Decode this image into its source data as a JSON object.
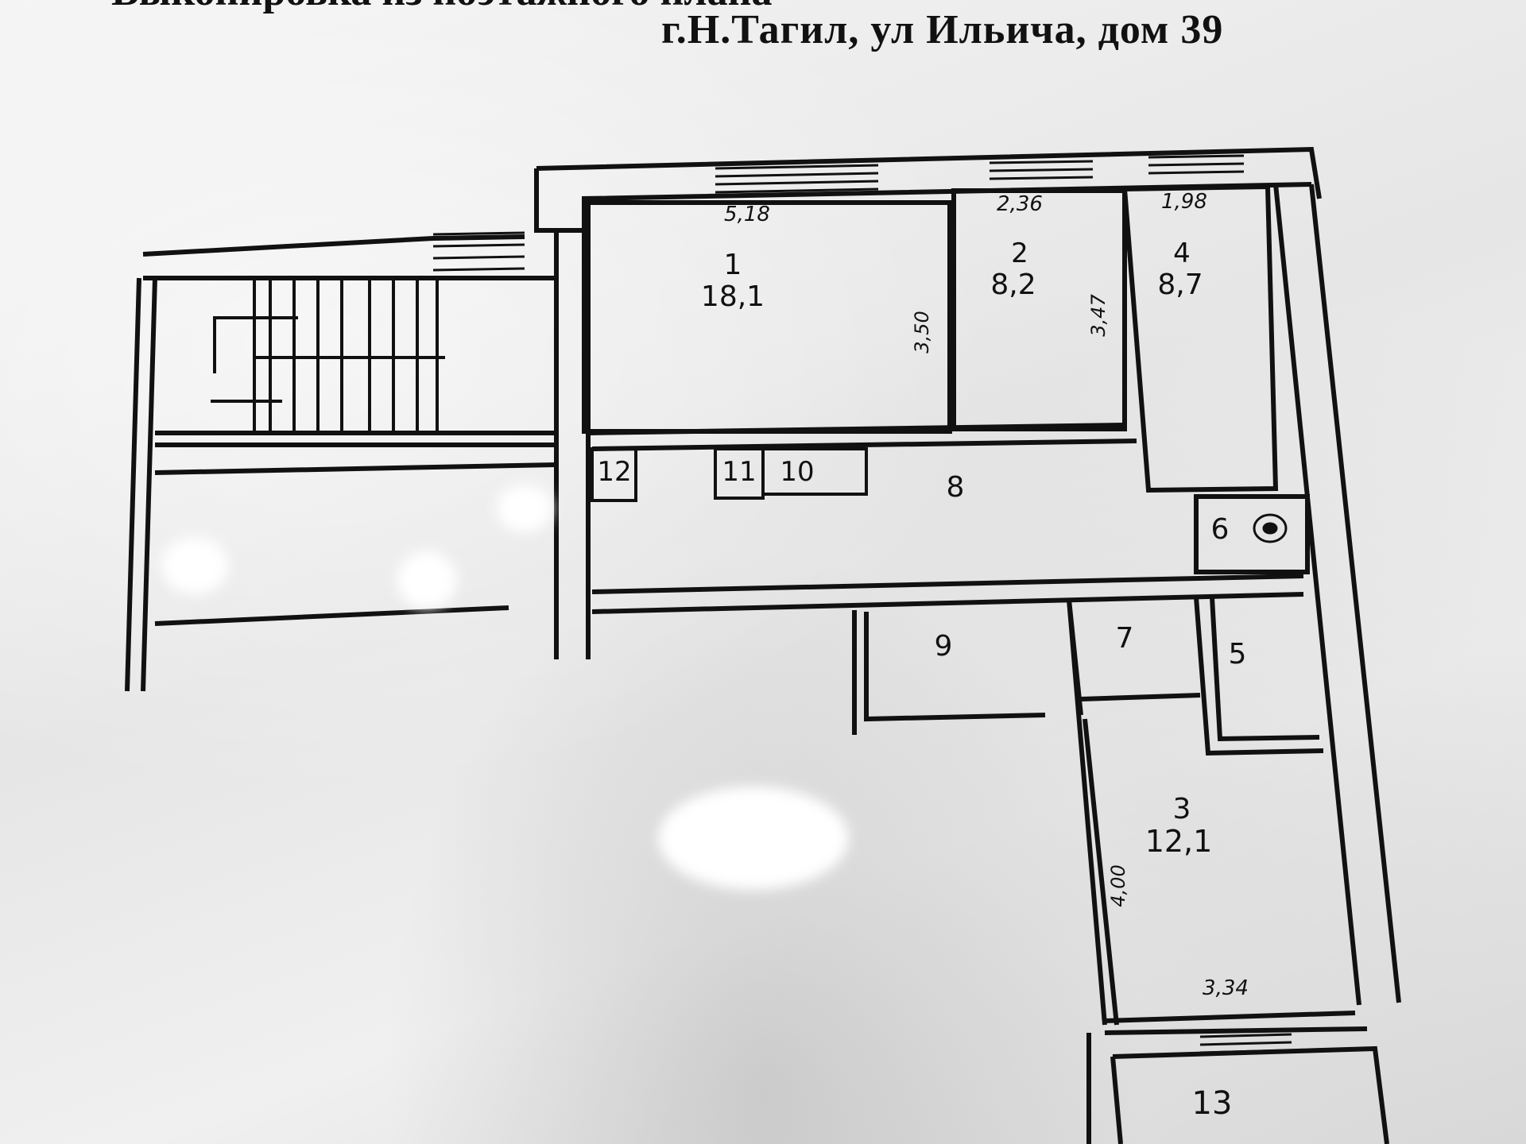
{
  "header": {
    "title_partial": "Выкопировка из поэтажного плана",
    "address": "г.Н.Тагил, ул Ильича, дом 39"
  },
  "rooms": [
    {
      "number": "1",
      "area": "18,1"
    },
    {
      "number": "2",
      "area": "8,2"
    },
    {
      "number": "3",
      "area": "12,1"
    },
    {
      "number": "4",
      "area": "8,7"
    },
    {
      "number": "5"
    },
    {
      "number": "6"
    },
    {
      "number": "7"
    },
    {
      "number": "8"
    },
    {
      "number": "9"
    },
    {
      "number": "10"
    },
    {
      "number": "11"
    },
    {
      "number": "12"
    },
    {
      "number": "13"
    }
  ],
  "dimensions": {
    "room1_width": "5,18",
    "room1_depth": "3,50",
    "room2_width": "2,36",
    "room2_depth": "3,47",
    "room4_width": "1,98",
    "room3_depth": "4,00",
    "room3_width": "3,34"
  },
  "colors": {
    "ink": "#111111",
    "paper": "#ececec"
  }
}
